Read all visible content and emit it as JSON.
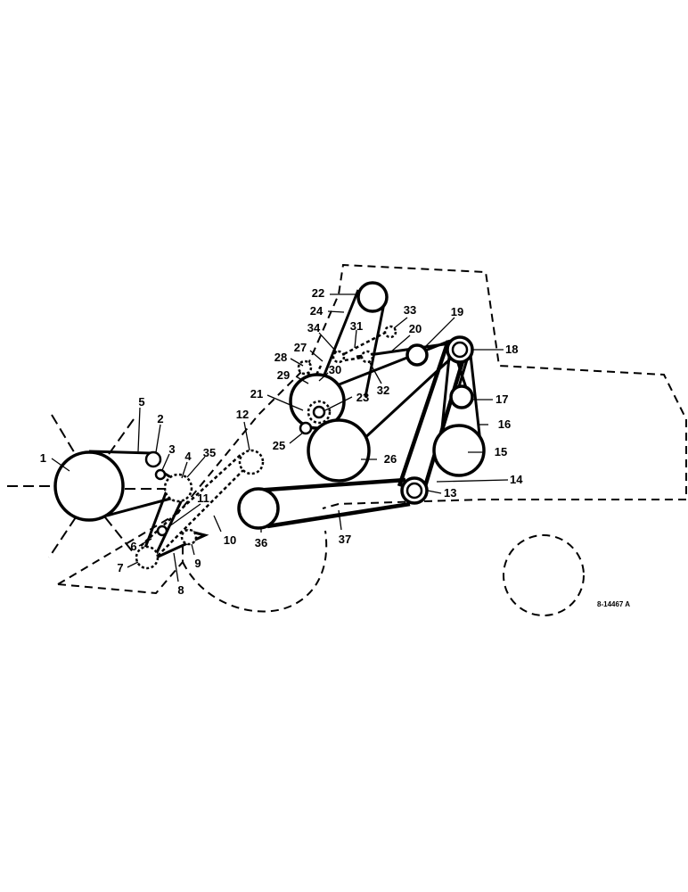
{
  "figure": {
    "reference_code": "8-14467 A"
  },
  "callouts": {
    "c1": "1",
    "c2": "2",
    "c3": "3",
    "c4": "4",
    "c5": "5",
    "c6": "6",
    "c7": "7",
    "c8": "8",
    "c9": "9",
    "c10": "10",
    "c11": "11",
    "c12": "12",
    "c13": "13",
    "c14": "14",
    "c15": "15",
    "c16": "16",
    "c17": "17",
    "c18": "18",
    "c19": "19",
    "c20": "20",
    "c21": "21",
    "c22": "22",
    "c23": "23",
    "c24": "24",
    "c25": "25",
    "c26": "26",
    "c27": "27",
    "c28": "28",
    "c29": "29",
    "c30": "30",
    "c31": "31",
    "c32": "32",
    "c33": "33",
    "c34": "34",
    "c35": "35",
    "c36": "36",
    "c37": "37"
  }
}
